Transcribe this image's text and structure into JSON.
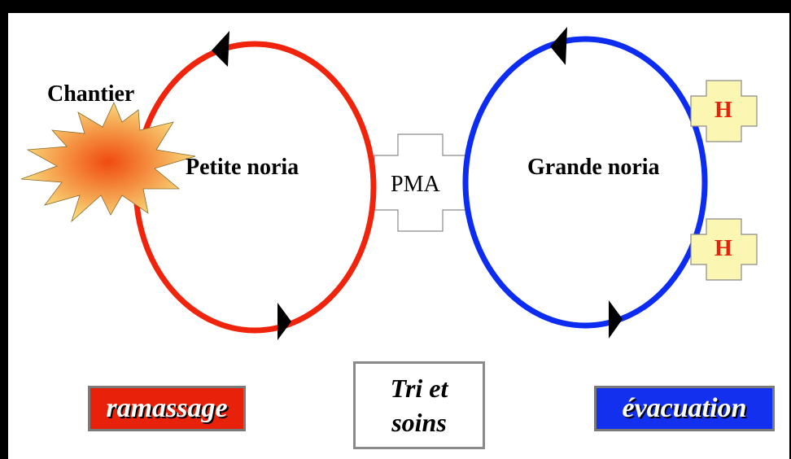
{
  "diagram": {
    "chantier_label": "Chantier",
    "petite_noria_label": "Petite noria",
    "grande_noria_label": "Grande noria",
    "pma_label": "PMA",
    "hospital_letter": "H",
    "ramassage_label": "ramassage",
    "tri_line1": "Tri et",
    "tri_line2": "soins",
    "evacuation_label": "évacuation"
  },
  "colors": {
    "petite_loop": "#f0240c",
    "grande_loop": "#0c2cf2",
    "ramassage_box": "#e8220a",
    "evacuation_box": "#1230ee",
    "hospital_fill": "#fbf6b2",
    "hospital_letter": "#e8220a",
    "burst_outer": "#f7c96a",
    "burst_inner": "#f04a10"
  },
  "icons": {
    "chantier": "explosion-burst-icon",
    "hospital": "hospital-cross-icon",
    "pma": "cross-shape-icon"
  }
}
